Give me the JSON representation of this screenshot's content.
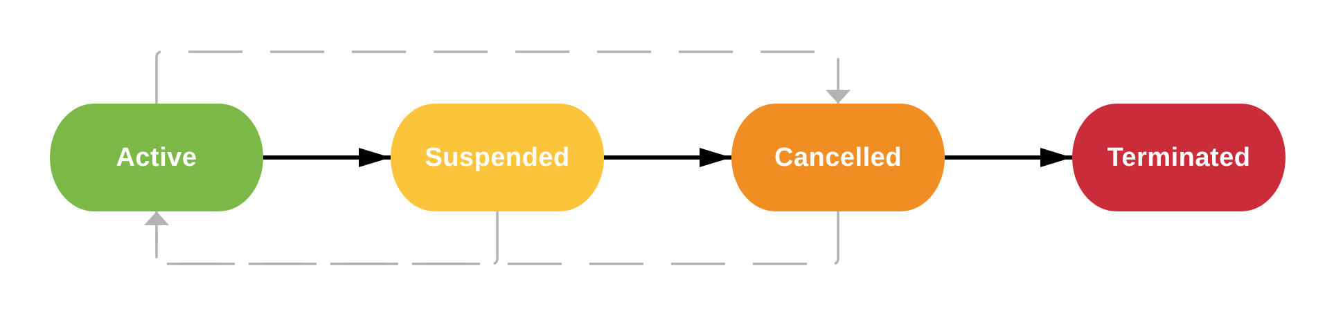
{
  "states": [
    {
      "id": "active",
      "label": "Active",
      "color": "#7cb848"
    },
    {
      "id": "suspended",
      "label": "Suspended",
      "color": "#fbc43a"
    },
    {
      "id": "cancelled",
      "label": "Cancelled",
      "color": "#f08e24"
    },
    {
      "id": "terminated",
      "label": "Terminated",
      "color": "#cb2c3a"
    }
  ],
  "transitions": [
    {
      "from": "Active",
      "to": "Suspended",
      "style": "solid",
      "color": "#000000"
    },
    {
      "from": "Suspended",
      "to": "Cancelled",
      "style": "solid",
      "color": "#000000"
    },
    {
      "from": "Cancelled",
      "to": "Terminated",
      "style": "solid",
      "color": "#000000"
    },
    {
      "from": "Active",
      "to": "Cancelled",
      "style": "dashed",
      "color": "#b3b3b3"
    },
    {
      "from": "Suspended",
      "to": "Active",
      "style": "dashed",
      "color": "#b3b3b3"
    },
    {
      "from": "Cancelled",
      "to": "Active",
      "style": "dashed",
      "color": "#b3b3b3"
    }
  ]
}
